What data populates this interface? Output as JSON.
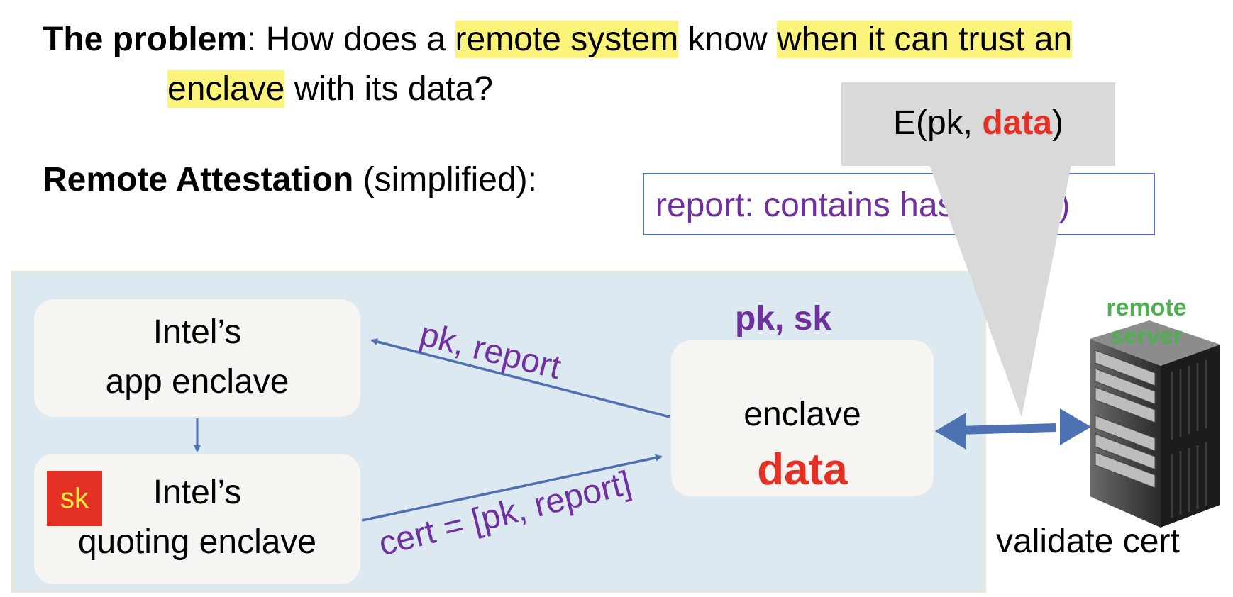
{
  "heading": {
    "problem_bold": "The problem",
    "problem_colon": ": How does a ",
    "problem_hl1": "remote system",
    "problem_mid": " know ",
    "problem_hl2": "when it can trust an",
    "problem_hl3": "enclave",
    "problem_end": " with its data?"
  },
  "attestation": {
    "title_bold": "Remote Attestation",
    "title_rest": " (simplified):"
  },
  "callout": {
    "prefix": "E(pk,  ",
    "data": "data",
    "suffix": ")"
  },
  "report_box": {
    "text": "report:  contains  hash(code)"
  },
  "nodes": {
    "app_enclave": {
      "line1": "Intel’s",
      "line2": "app  enclave"
    },
    "quoting_enclave": {
      "line1": "Intel’s",
      "line2": "quoting enclave",
      "badge": "sk"
    },
    "enclave": {
      "label": "enclave",
      "data": "data",
      "keys": "pk,  sk"
    }
  },
  "arrows": {
    "enclave_to_app": "pk,  report",
    "quoting_to_enclave": "cert = [pk, report]"
  },
  "server": {
    "label_line1": "remote",
    "label_line2": "server",
    "caption": "validate cert"
  },
  "colors": {
    "highlight": "#fbf37a",
    "purple": "#7030a0",
    "red": "#e53026",
    "arrow_blue": "#4e71b3",
    "platform_bg": "#dde9f1",
    "green": "#4fb04f"
  }
}
